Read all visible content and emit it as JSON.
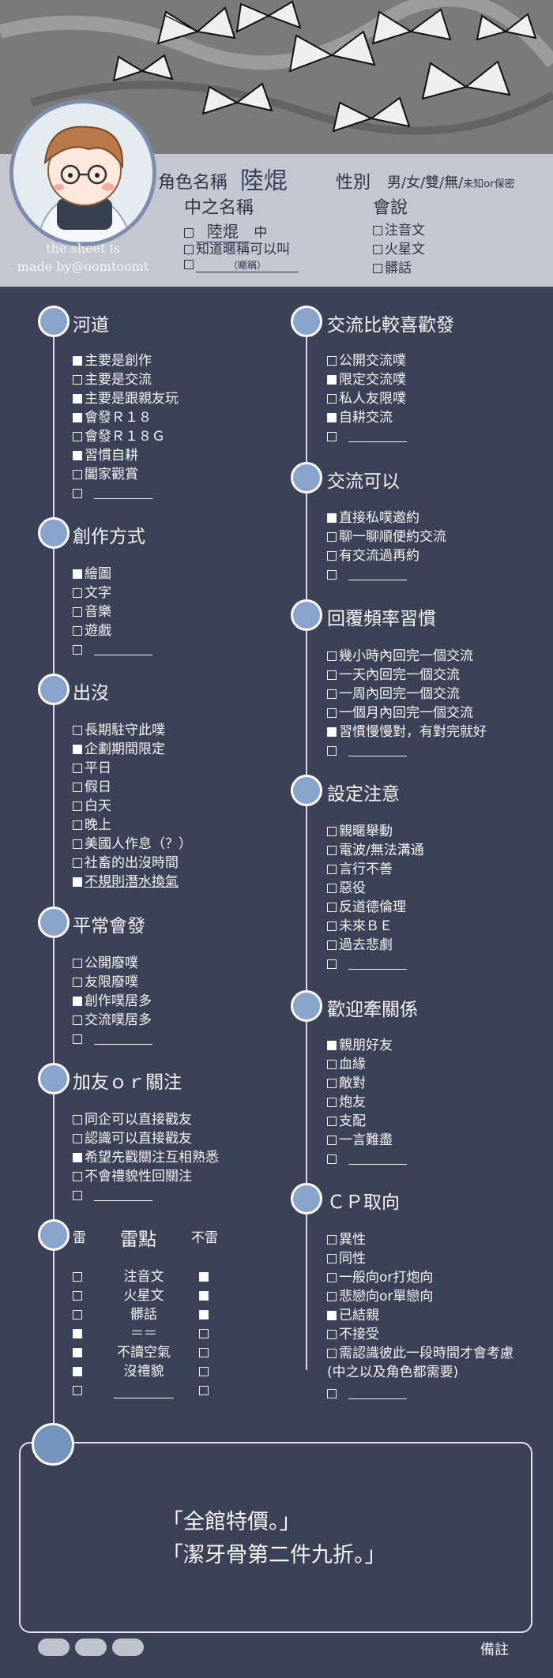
{
  "credit": [
    "the sheet is",
    "made by@oomtoomt"
  ],
  "header": {
    "char_label": "角色名稱",
    "char_name": "陸焜",
    "gender_label": "性別",
    "gender_options": "男/女/雙/無/",
    "gender_small": "未知or保密",
    "nakanohito_label": "中之名稱",
    "nakanohito_options": [
      {
        "checked": false,
        "value": "陸焜",
        "suffix": "中"
      },
      {
        "checked": false,
        "text": "知道暱稱可以叫"
      },
      {
        "checked": false,
        "value": "（暱稱）"
      }
    ],
    "speech_label": "會說",
    "speech_options": [
      {
        "checked": false,
        "text": "注音文"
      },
      {
        "checked": false,
        "text": "火星文"
      },
      {
        "checked": false,
        "text": "髒話"
      }
    ]
  },
  "sections": {
    "hedao": {
      "title": "河道",
      "items": [
        {
          "checked": true,
          "text": "主要是創作"
        },
        {
          "checked": false,
          "text": "主要是交流"
        },
        {
          "checked": true,
          "text": "主要是跟親友玩"
        },
        {
          "checked": true,
          "text": "會發Ｒ１８"
        },
        {
          "checked": false,
          "text": "會發Ｒ１８Ｇ"
        },
        {
          "checked": true,
          "text": "習慣自耕"
        },
        {
          "checked": false,
          "text": "闔家觀賞"
        },
        {
          "checked": false,
          "text": "",
          "blank": true
        }
      ]
    },
    "chuangzuo": {
      "title": "創作方式",
      "items": [
        {
          "checked": true,
          "text": "繪圖"
        },
        {
          "checked": false,
          "text": "文字"
        },
        {
          "checked": false,
          "text": "音樂"
        },
        {
          "checked": false,
          "text": "遊戲"
        },
        {
          "checked": false,
          "text": "",
          "blank": true
        }
      ]
    },
    "chumo": {
      "title": "出沒",
      "items": [
        {
          "checked": false,
          "text": "長期駐守此噗"
        },
        {
          "checked": true,
          "text": "企劃期間限定"
        },
        {
          "checked": false,
          "text": "平日"
        },
        {
          "checked": false,
          "text": "假日"
        },
        {
          "checked": false,
          "text": "白天"
        },
        {
          "checked": false,
          "text": "晚上"
        },
        {
          "checked": false,
          "text": "美國人作息（？）"
        },
        {
          "checked": false,
          "text": "社畜的出沒時間"
        },
        {
          "checked": true,
          "text": "不規則潛水換氣"
        }
      ]
    },
    "pingchang": {
      "title": "平常會發",
      "items": [
        {
          "checked": false,
          "text": "公開廢噗"
        },
        {
          "checked": false,
          "text": "友限廢噗"
        },
        {
          "checked": true,
          "text": "創作噗居多"
        },
        {
          "checked": false,
          "text": "交流噗居多"
        },
        {
          "checked": false,
          "text": "",
          "blank": true
        }
      ]
    },
    "jiayou": {
      "title": "加友ｏｒ關注",
      "items": [
        {
          "checked": false,
          "text": "同企可以直接戳友"
        },
        {
          "checked": false,
          "text": "認識可以直接戳友"
        },
        {
          "checked": true,
          "text": "希望先戳關注互相熟悉"
        },
        {
          "checked": false,
          "text": "不會禮貌性回關注"
        },
        {
          "checked": false,
          "text": "",
          "blank": true
        }
      ]
    },
    "lei": {
      "title_left": "雷",
      "title_mid": "雷點",
      "title_right": "不雷",
      "rows": [
        {
          "left": false,
          "label": "注音文",
          "right": true
        },
        {
          "left": false,
          "label": "火星文",
          "right": true
        },
        {
          "left": false,
          "label": "髒話",
          "right": true
        },
        {
          "left": true,
          "label": "＝＝",
          "right": false
        },
        {
          "left": true,
          "label": "不讀空氣",
          "right": false
        },
        {
          "left": true,
          "label": "沒禮貌",
          "right": false
        },
        {
          "left": false,
          "label": "",
          "right": false,
          "blank": true
        }
      ]
    },
    "jiaoliu_pref": {
      "title": "交流比較喜歡發",
      "items": [
        {
          "checked": false,
          "text": "公開交流噗"
        },
        {
          "checked": true,
          "text": "限定交流噗"
        },
        {
          "checked": false,
          "text": "私人友限噗"
        },
        {
          "checked": true,
          "text": "自耕交流"
        },
        {
          "checked": false,
          "text": "",
          "blank": true
        }
      ]
    },
    "jiaoliu_ok": {
      "title": "交流可以",
      "items": [
        {
          "checked": true,
          "text": "直接私噗邀約"
        },
        {
          "checked": false,
          "text": "聊一聊順便約交流"
        },
        {
          "checked": false,
          "text": "有交流過再約"
        },
        {
          "checked": false,
          "text": "",
          "blank": true
        }
      ]
    },
    "huifu": {
      "title": "回覆頻率習慣",
      "items": [
        {
          "checked": false,
          "text": "幾小時內回完一個交流"
        },
        {
          "checked": false,
          "text": "一天內回完一個交流"
        },
        {
          "checked": false,
          "text": "一周內回完一個交流"
        },
        {
          "checked": false,
          "text": "一個月內回完一個交流"
        },
        {
          "checked": true,
          "text": "習慣慢慢對，有對完就好"
        },
        {
          "checked": false,
          "text": "",
          "blank": true
        }
      ]
    },
    "sheding": {
      "title": "設定注意",
      "items": [
        {
          "checked": false,
          "text": "親暱舉動"
        },
        {
          "checked": false,
          "text": "電波/無法溝通"
        },
        {
          "checked": false,
          "text": "言行不善"
        },
        {
          "checked": false,
          "text": "惡役"
        },
        {
          "checked": false,
          "text": "反道德倫理"
        },
        {
          "checked": false,
          "text": "未來ＢＥ"
        },
        {
          "checked": false,
          "text": "過去悲劇"
        },
        {
          "checked": false,
          "text": "",
          "blank": true
        }
      ]
    },
    "huanying": {
      "title": "歡迎牽關係",
      "items": [
        {
          "checked": true,
          "text": "親朋好友"
        },
        {
          "checked": false,
          "text": "血緣"
        },
        {
          "checked": false,
          "text": "敵對"
        },
        {
          "checked": false,
          "text": "炮友"
        },
        {
          "checked": false,
          "text": "支配"
        },
        {
          "checked": false,
          "text": "一言難盡"
        },
        {
          "checked": false,
          "text": "",
          "blank": true
        }
      ]
    },
    "cp": {
      "title": "ＣＰ取向",
      "items": [
        {
          "checked": false,
          "text": "異性"
        },
        {
          "checked": false,
          "text": "同性"
        },
        {
          "checked": false,
          "text": "一般向or打炮向"
        },
        {
          "checked": false,
          "text": "悲戀向or單戀向"
        },
        {
          "checked": true,
          "text": "已結親"
        },
        {
          "checked": false,
          "text": "不接受"
        },
        {
          "checked": false,
          "text": "需認識彼此一段時間才會考慮"
        },
        {
          "noBox": true,
          "text": "(中之以及角色都需要)"
        },
        {
          "checked": false,
          "text": "",
          "blank": true
        }
      ]
    }
  },
  "remark": {
    "label": "備註",
    "lines": [
      "「全館特價。」",
      "「潔牙骨第二件九折。」"
    ]
  }
}
